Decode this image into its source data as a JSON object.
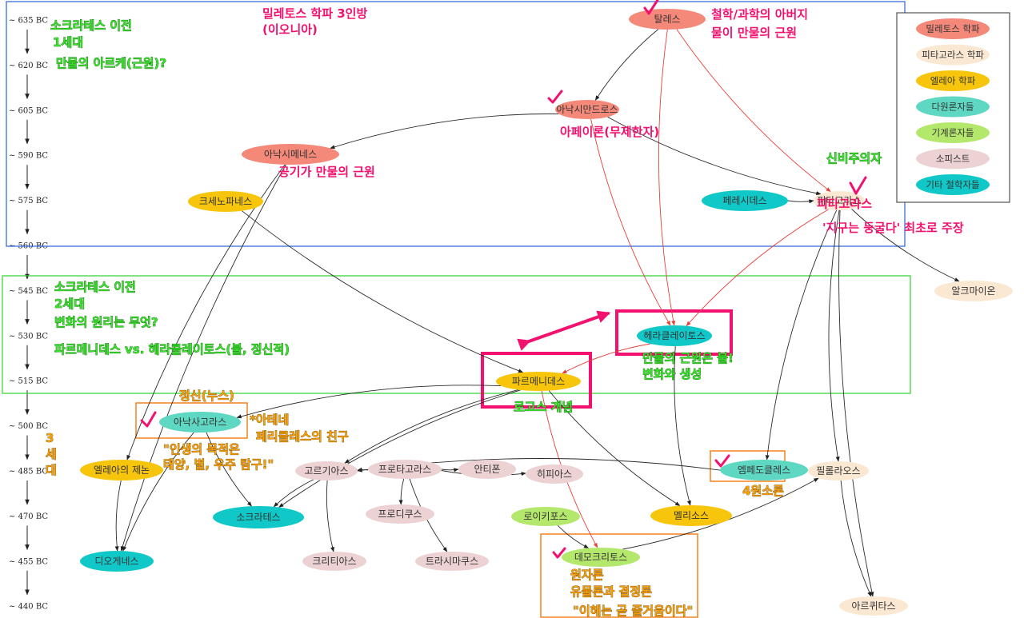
{
  "timeline": [
    "~ 635 BC",
    "~ 620 BC",
    "~ 605 BC",
    "~ 590 BC",
    "~ 575 BC",
    "~ 560 BC",
    "~ 545 BC",
    "~ 530 BC",
    "~ 515 BC",
    "~ 500 BC",
    "~ 485 BC",
    "~ 470 BC",
    "~ 455 BC",
    "~ 440 BC"
  ],
  "colors": {
    "milesian": "#f4897a",
    "pythagorean": "#fbe8d3",
    "eleatic": "#f6c50c",
    "pluralist": "#5fd8c3",
    "mechanist": "#b4e86c",
    "sophist": "#ecd2d2",
    "other": "#11c8c8",
    "annotation_pink": "#f2116e",
    "annotation_green": "#39e22a",
    "box_blue": "#3a6fd8",
    "box_green": "#3dd63d",
    "box_orange": "#f5821f"
  },
  "legend": [
    {
      "label": "밀레토스 학파",
      "school": "milesian"
    },
    {
      "label": "피타고라스 학파",
      "school": "pythagorean"
    },
    {
      "label": "엘레아 학파",
      "school": "eleatic"
    },
    {
      "label": "다원론자들",
      "school": "pluralist"
    },
    {
      "label": "기계론자들",
      "school": "mechanist"
    },
    {
      "label": "소피스트",
      "school": "sophist"
    },
    {
      "label": "기타 철학자들",
      "school": "other"
    }
  ],
  "nodes": {
    "thales": {
      "label": "탈레스",
      "school": "milesian"
    },
    "anaximander": {
      "label": "아낙시만드로스",
      "school": "milesian"
    },
    "anaximenes": {
      "label": "아낙시메네스",
      "school": "milesian"
    },
    "xenophanes": {
      "label": "크세노파네스",
      "school": "eleatic"
    },
    "pherecydes": {
      "label": "페레시데스",
      "school": "other"
    },
    "pythagoras": {
      "label": "피타고라스",
      "school": "pythagorean"
    },
    "alcmaeon": {
      "label": "알크마이온",
      "school": "pythagorean"
    },
    "heraclitus": {
      "label": "헤라클레이토스",
      "school": "other"
    },
    "parmenides": {
      "label": "파르메니데스",
      "school": "eleatic"
    },
    "anaxagoras": {
      "label": "아낙사고라스",
      "school": "pluralist"
    },
    "zeno": {
      "label": "엘레아의 제논",
      "school": "eleatic"
    },
    "gorgias": {
      "label": "고르기아스",
      "school": "sophist"
    },
    "protagoras": {
      "label": "프로타고라스",
      "school": "sophist"
    },
    "antiphon": {
      "label": "안티폰",
      "school": "sophist"
    },
    "hippias": {
      "label": "히피아스",
      "school": "sophist"
    },
    "empedocles": {
      "label": "엠페도클레스",
      "school": "pluralist"
    },
    "philolaus": {
      "label": "필롤라오스",
      "school": "pythagorean"
    },
    "socrates": {
      "label": "소크라테스",
      "school": "other"
    },
    "prodicus": {
      "label": "프로디쿠스",
      "school": "sophist"
    },
    "melissus": {
      "label": "멜리소스",
      "school": "eleatic"
    },
    "leucippus": {
      "label": "로이키포스",
      "school": "mechanist"
    },
    "diogenes": {
      "label": "디오게네스",
      "school": "other"
    },
    "critias": {
      "label": "크리티아스",
      "school": "sophist"
    },
    "thrasymachus": {
      "label": "트라시마쿠스",
      "school": "sophist"
    },
    "democritus": {
      "label": "데모크리토스",
      "school": "mechanist"
    },
    "archytas": {
      "label": "아르퀴타스",
      "school": "pythagorean"
    }
  },
  "annotations": {
    "era1_l1": "소크라테스 이전",
    "era1_l2": "1세대",
    "era1_l3": "만물의 아르케(근원)?",
    "milesian_l1": "밀레토스 학파 3인방",
    "milesian_l2": "(이오니아)",
    "thales_l1": "철학/과학의 아버지",
    "thales_l2": "물이 만물의 근원",
    "apeiron": "아페이론(무제한자)",
    "air": "공기가 만물의 근원",
    "mystic": "신비주의자",
    "pythagoras_name": "피타고라스",
    "round_earth": "'지구는 둥굴다' 최초로 주장",
    "era2_l1": "소크라테스 이전",
    "era2_l2": "2세대",
    "era2_l3": "변화의 원리는 무엇?",
    "era2_l4": "파르메니데스 vs. 헤라클레이토스(불, 정신적)",
    "fire_l1": "만물의 근원은 불!",
    "fire_l2": "변화와 생성",
    "logos": "로고스 개념",
    "nous": "정신(누스)",
    "athens_l1": "*아테네",
    "athens_l2": "페리클레스의 친구",
    "purpose_l1": "\"인생의 목적은",
    "purpose_l2": "태양, 별, 우주 탐구!\"",
    "gen3_l1": "3",
    "gen3_l2": "세",
    "gen3_l3": "대",
    "four_roots": "4원소론",
    "atom_l1": "원자론",
    "atom_l2": "유물론과 결정론",
    "atom_l3": "\"이해는 곧 즐거움이다\""
  }
}
